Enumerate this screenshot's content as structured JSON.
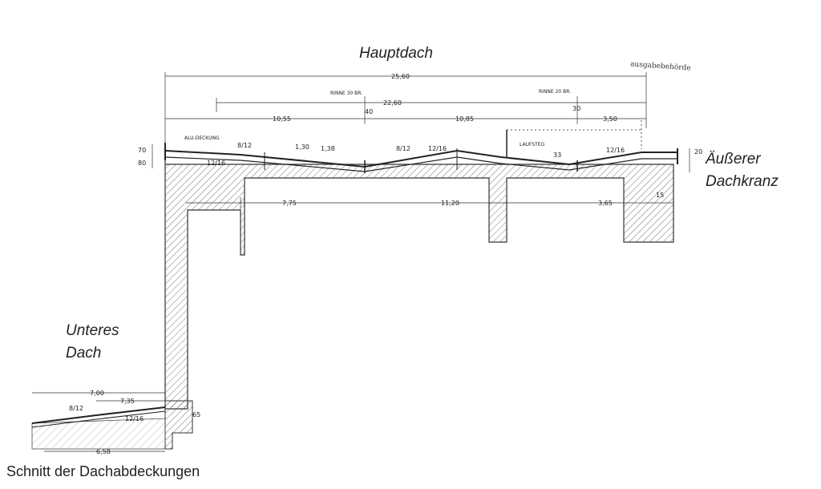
{
  "labels": {
    "main_roof": "Hauptdach",
    "outer_edge_line1": "Äußerer",
    "outer_edge_line2": "Dachkranz",
    "lower_roof_line1": "Unteres",
    "lower_roof_line2": "Dach",
    "caption": "Schnitt der Dachabdeckungen"
  },
  "stamp": "ausgabebehörde",
  "drawing_notes": {
    "gutter_left": "RINNE 30 BR.",
    "gutter_right": "RINNE 20 BR.",
    "covering": "ALU-DECKUNG",
    "walkway": "LAUFSTEG"
  },
  "dimensions": {
    "overall": "25,60",
    "inner": "22,60",
    "left_span": "10,55",
    "right_span": "10,85",
    "right_end": "3,50",
    "gutter_l": "40",
    "gutter_r": "30",
    "bay_1": "7,75",
    "bay_2": "11,20",
    "bay_3": "3,65",
    "lower_width": "7,00",
    "lower_inner": "7,35",
    "lower_base": "6,58",
    "h1": "70",
    "h2": "80",
    "h3": "20",
    "h4": "15",
    "slope_1": "8/12",
    "slope_2": "12/16",
    "slope_3": "1,30",
    "slope_4": "1,38",
    "slope_5": "8/12",
    "slope_6": "12/16",
    "slope_7": "33",
    "slope_8": "12/16",
    "lower_slope_1": "8/12",
    "lower_slope_2": "12/16",
    "lower_h": "65"
  }
}
